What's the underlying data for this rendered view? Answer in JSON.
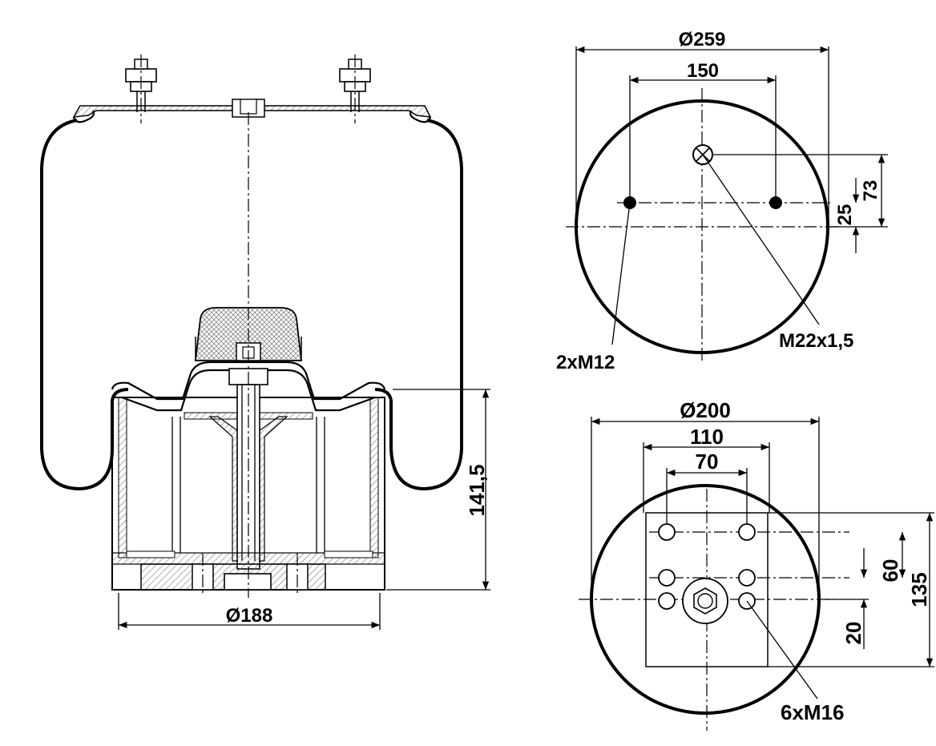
{
  "side_view": {
    "dim_height": "141,5",
    "dim_base_diameter": "Ø188"
  },
  "top_view": {
    "dim_outer_diameter": "Ø259",
    "dim_bolt_spacing": "150",
    "dim_offset_73": "73",
    "dim_offset_25": "25",
    "label_air_port": "M22x1,5",
    "label_bolts": "2xM12"
  },
  "bottom_view": {
    "dim_outer_diameter": "Ø200",
    "dim_spacing_110": "110",
    "dim_spacing_70": "70",
    "dim_vertical_60": "60",
    "dim_vertical_135": "135",
    "dim_vertical_20": "20",
    "label_bolts": "6xM16"
  },
  "colors": {
    "line": "#000000",
    "hatch": "#8a8a8a",
    "background": "#ffffff"
  }
}
